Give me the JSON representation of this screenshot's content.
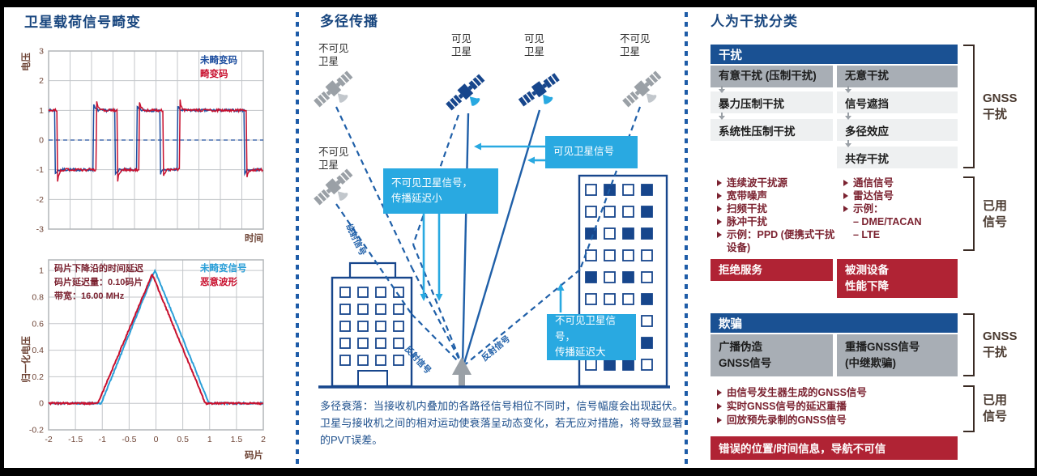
{
  "left_panel": {
    "title": "卫星载荷信号畸变"
  },
  "middle_panel": {
    "title": "多径传播",
    "sat_labels": [
      "不可见卫星",
      "可见卫星",
      "可见卫星",
      "不可见卫星",
      "不可见卫星"
    ],
    "callouts": {
      "visible": "可见卫星信号",
      "invisible_small": "不可见卫星信号，\n传播延迟小",
      "invisible_large": "不可见卫星信号，\n传播延迟大"
    },
    "line_labels": {
      "diffracted": "绕射信号",
      "reflected_left": "反射信号",
      "reflected_right": "反射信号"
    },
    "caption": "多径衰落：当接收机内叠加的各路径信号相位不同时，信号幅度会出现起伏。卫星与接收机之间的相对运动使衰落呈动态变化，若无应对措施，将导致显著的PVT误差。"
  },
  "right_panel": {
    "title": "人为干扰分类",
    "interference": {
      "header": "干扰",
      "intentional": "有意干扰 (压制干扰)",
      "unintentional": "无意干扰",
      "intentional_children": [
        "暴力压制干扰",
        "系统性压制干扰"
      ],
      "unintentional_children": [
        "信号遮挡",
        "多径效应",
        "共存干扰"
      ]
    },
    "jam_sources_left": [
      "连续波干扰源",
      "宽带噪声",
      "扫频干扰",
      "脉冲干扰",
      "示例：PPD (便携式干扰设备)"
    ],
    "jam_sources_right": [
      "通信信号",
      "雷达信号",
      "示例：",
      "– DME/TACAN",
      "– LTE"
    ],
    "outcomes": {
      "denial": "拒绝服务",
      "dut": "被测设备\n性能下降",
      "wrong_pvt": "错误的位置/时间信息，导航不可信"
    },
    "spoofing": {
      "header": "欺骗",
      "broadcast": "广播伪造\nGNSS信号",
      "replay": "重播GNSS信号\n(中继欺骗)"
    },
    "spoof_sources": [
      "由信号发生器生成的GNSS信号",
      "实时GNSS信号的延迟重播",
      "回放预先录制的GNSS信号"
    ],
    "brackets": {
      "gnss": "GNSS\n干扰",
      "used": "已用\n信号"
    }
  },
  "chart_data": [
    {
      "type": "line",
      "title": "卫星载荷信号畸变-码波形",
      "xlabel": "时间",
      "ylabel": "电压",
      "ylim": [
        -3,
        3
      ],
      "yticks": [
        3,
        2,
        1,
        0,
        -1,
        -2,
        -3
      ],
      "x_grid_divisions": 10,
      "zero_line_dashed": true,
      "square_wave": {
        "chip_values": [
          1,
          -1,
          1,
          -1,
          1,
          -1,
          1,
          -1
        ],
        "transition_times": [
          0,
          0.03,
          0.21,
          0.31,
          0.41,
          0.52,
          0.6,
          0.91
        ]
      },
      "series": [
        {
          "name": "未畸变码",
          "color": "#1e4fa0",
          "delay": 0,
          "overshoot": 0.18
        },
        {
          "name": "畸变码",
          "color": "#c8102e",
          "delay": 0.012,
          "overshoot": 0.38
        }
      ]
    },
    {
      "type": "line",
      "title": "相关函数/码片延迟",
      "xlabel": "码片",
      "ylabel": "归一化电压",
      "xlim": [
        -2,
        2
      ],
      "ylim": [
        -0.2,
        1.08
      ],
      "yticks": [
        1,
        0.8,
        0.6,
        0.4,
        0.2,
        0,
        -0.2
      ],
      "xticks": [
        -2,
        -1.5,
        -1,
        -0.5,
        0,
        0.5,
        1,
        1.5,
        2
      ],
      "annotations": [
        "码片下降沿的时间延迟",
        "码片延迟量：0.10码片",
        "带宽：16.00 MHz"
      ],
      "series": [
        {
          "name": "未畸变信号",
          "color": "#2b9fd8",
          "points": [
            [
              -2,
              0
            ],
            [
              -1.02,
              0
            ],
            [
              -0.02,
              1.0
            ],
            [
              0.99,
              0
            ],
            [
              2,
              0
            ]
          ]
        },
        {
          "name": "恶意波形",
          "color": "#c8102e",
          "points": [
            [
              -2,
              0
            ],
            [
              -1.08,
              0
            ],
            [
              -0.07,
              0.97
            ],
            [
              0.92,
              0
            ],
            [
              2,
              0
            ]
          ]
        }
      ]
    }
  ]
}
